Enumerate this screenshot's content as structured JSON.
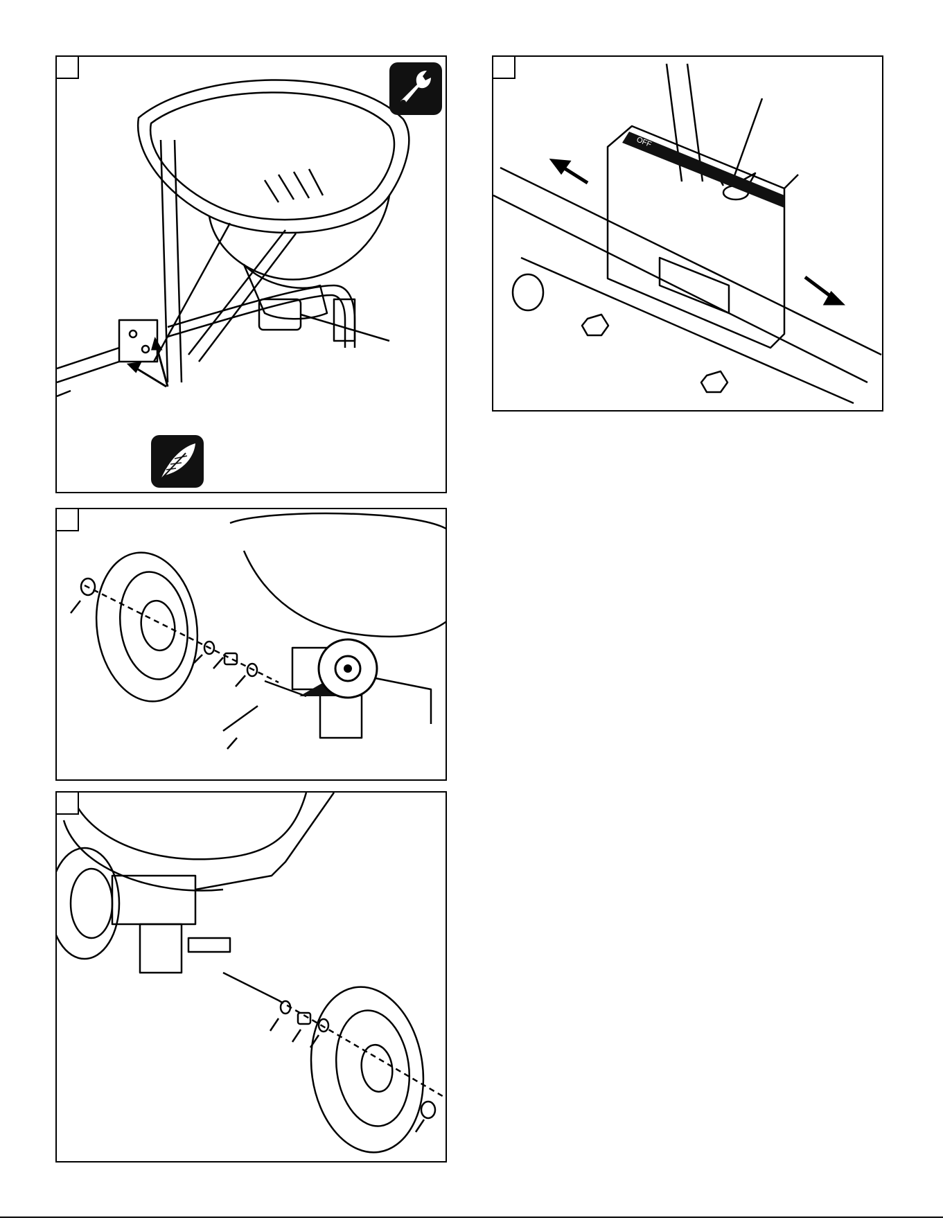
{
  "figures": [
    {
      "id": "top-left",
      "step_label": "",
      "icons": [
        "wrench-icon",
        "feather-icon"
      ]
    },
    {
      "id": "top-right",
      "step_label": "",
      "scale_text": "OFF"
    },
    {
      "id": "middle-left",
      "step_label": ""
    },
    {
      "id": "bottom-left",
      "step_label": ""
    }
  ],
  "footer": {
    "page_mark": ""
  },
  "colors": {
    "ink": "#000000",
    "icon_bg": "#111111",
    "paper": "#ffffff"
  }
}
